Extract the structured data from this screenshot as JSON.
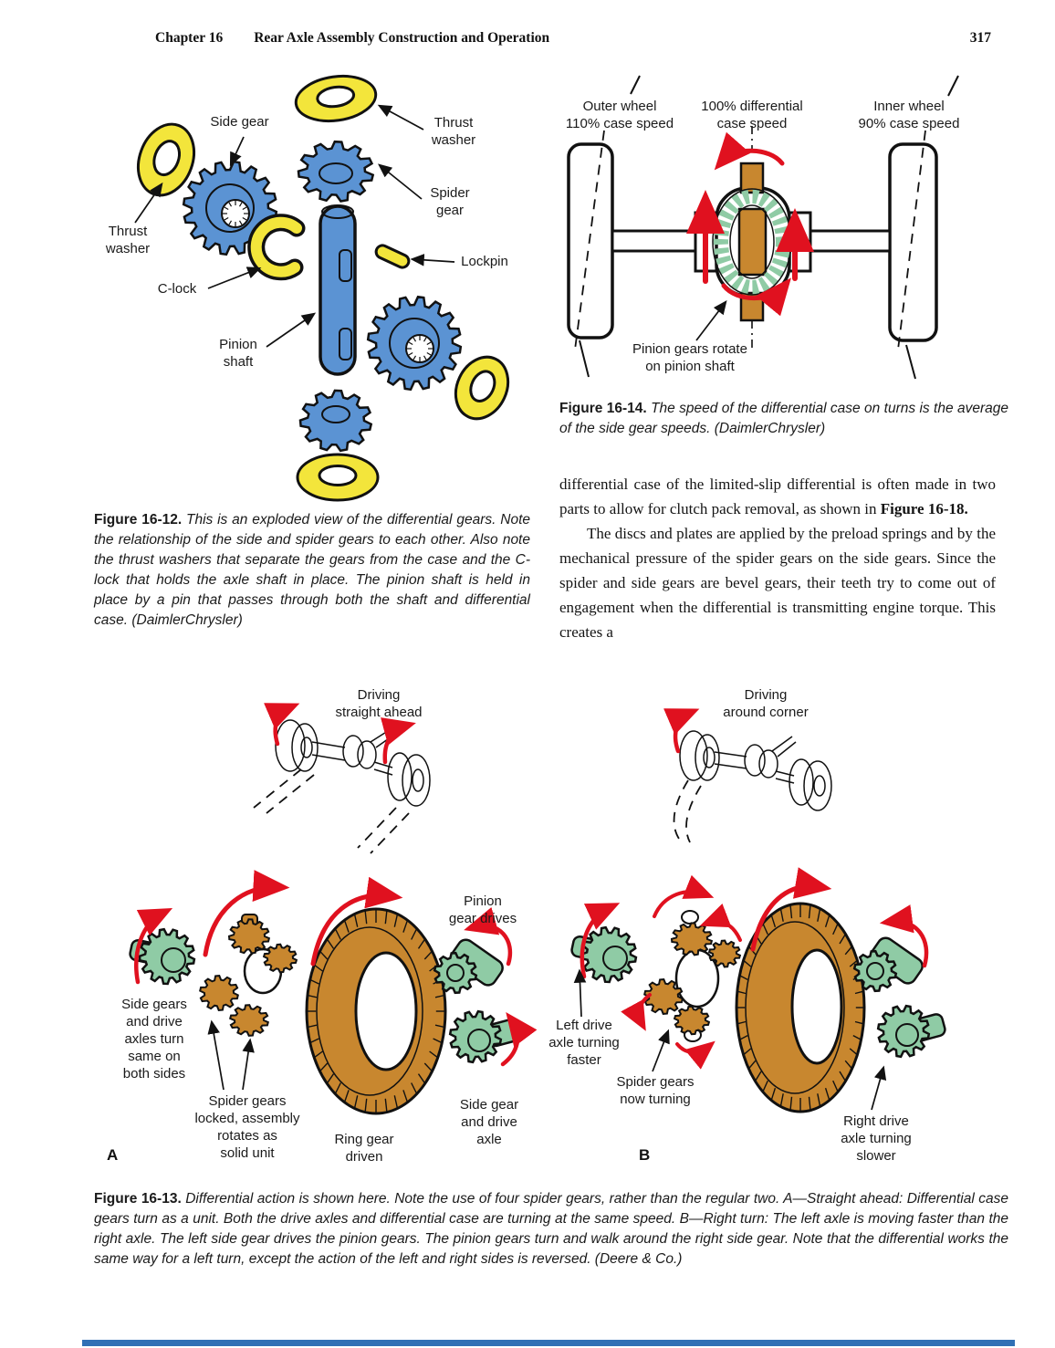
{
  "header": {
    "chapter": "Chapter 16",
    "title": "Rear Axle Assembly Construction and Operation",
    "page_number": "317"
  },
  "colors": {
    "gear_blue": "#5b93d3",
    "washer_yellow": "#f3e53b",
    "gear_green": "#8fcba5",
    "gear_orange": "#c8872f",
    "arrow_red": "#e0111f",
    "footer_bar_blue": "#3070b5"
  },
  "fig12": {
    "labels": {
      "side_gear": "Side gear",
      "thrust_washer_right": "Thrust\nwasher",
      "thrust_washer_left": "Thrust\nwasher",
      "c_lock": "C-lock",
      "pinion_shaft": "Pinion\nshaft",
      "spider_gear": "Spider\ngear",
      "lockpin": "Lockpin"
    },
    "caption": {
      "lead": "Figure 16-12.",
      "text": " This is an exploded view of the differential gears. Note the relationship of the side and spider gears to each other. Also note the thrust washers that separate the gears from the case and the C-lock that holds the axle shaft in place. The pinion shaft is held in place by a pin that passes through both the shaft and differential case. (DaimlerChrysler)"
    }
  },
  "fig14": {
    "labels": {
      "outer_wheel": "Outer wheel\n110% case speed",
      "case_speed": "100% differential\ncase speed",
      "inner_wheel": "Inner wheel\n90% case speed",
      "pinion_gears": "Pinion gears rotate\non pinion shaft"
    },
    "caption": {
      "lead": "Figure 16-14.",
      "text": " The speed of the differential case on turns is the average of the side gear speeds. (DaimlerChrysler)"
    }
  },
  "column_text": {
    "p1": "differential case of the limited-slip differential is often made in two parts to allow for clutch pack removal, as shown in ",
    "p1_bold": "Figure 16-18.",
    "p2": "The discs and plates are applied by the preload springs and by the mechanical pressure of the spider gears on the side gears. Since the spider and side gears are bevel gears, their teeth try to come out of engagement when the differential is transmitting engine torque. This creates a"
  },
  "fig13": {
    "driving_straight": "Driving\nstraight ahead",
    "driving_corner": "Driving\naround corner",
    "a": {
      "letter": "A",
      "side_gears": "Side gears\nand drive\naxles turn\nsame on\nboth sides",
      "spider_gears": "Spider gears\nlocked, assembly\nrotates as\nsolid unit",
      "ring_gear": "Ring gear\ndriven",
      "pinion_gear": "Pinion\ngear drives",
      "side_gear_axle": "Side gear\nand drive\naxle"
    },
    "b": {
      "letter": "B",
      "left_axle": "Left drive\naxle turning\nfaster",
      "spider_gears": "Spider gears\nnow turning",
      "right_axle": "Right drive\naxle turning\nslower"
    },
    "caption": {
      "lead": "Figure 16-13.",
      "text": " Differential action is shown here. Note the use of four spider gears, rather than the regular two. A—Straight ahead: Differential case gears turn as a unit. Both the drive axles and differential case are turning at the same speed. B—Right turn: The left axle is moving faster than the right axle. The left side gear drives the pinion gears. The pinion gears turn and walk around the right side gear. Note that the differential works the same way for a left turn, except the action of the left and right sides is reversed. (Deere & Co.)"
    }
  }
}
